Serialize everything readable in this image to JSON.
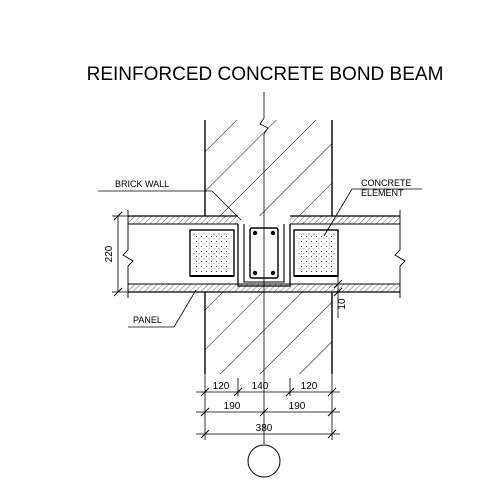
{
  "title": "REINFORCED CONCRETE  BOND BEAM",
  "labels": {
    "brick_wall": "BRICK WALL",
    "concrete_line1": "CONCRETE",
    "concrete_line2": "ELEMENT",
    "panel": "PANEL"
  },
  "dimensions": {
    "height_220": "220",
    "gap_10": "10",
    "d120_left": "120",
    "d140": "140",
    "d120_right": "120",
    "d190_left": "190",
    "d190_right": "190",
    "d380": "380"
  }
}
